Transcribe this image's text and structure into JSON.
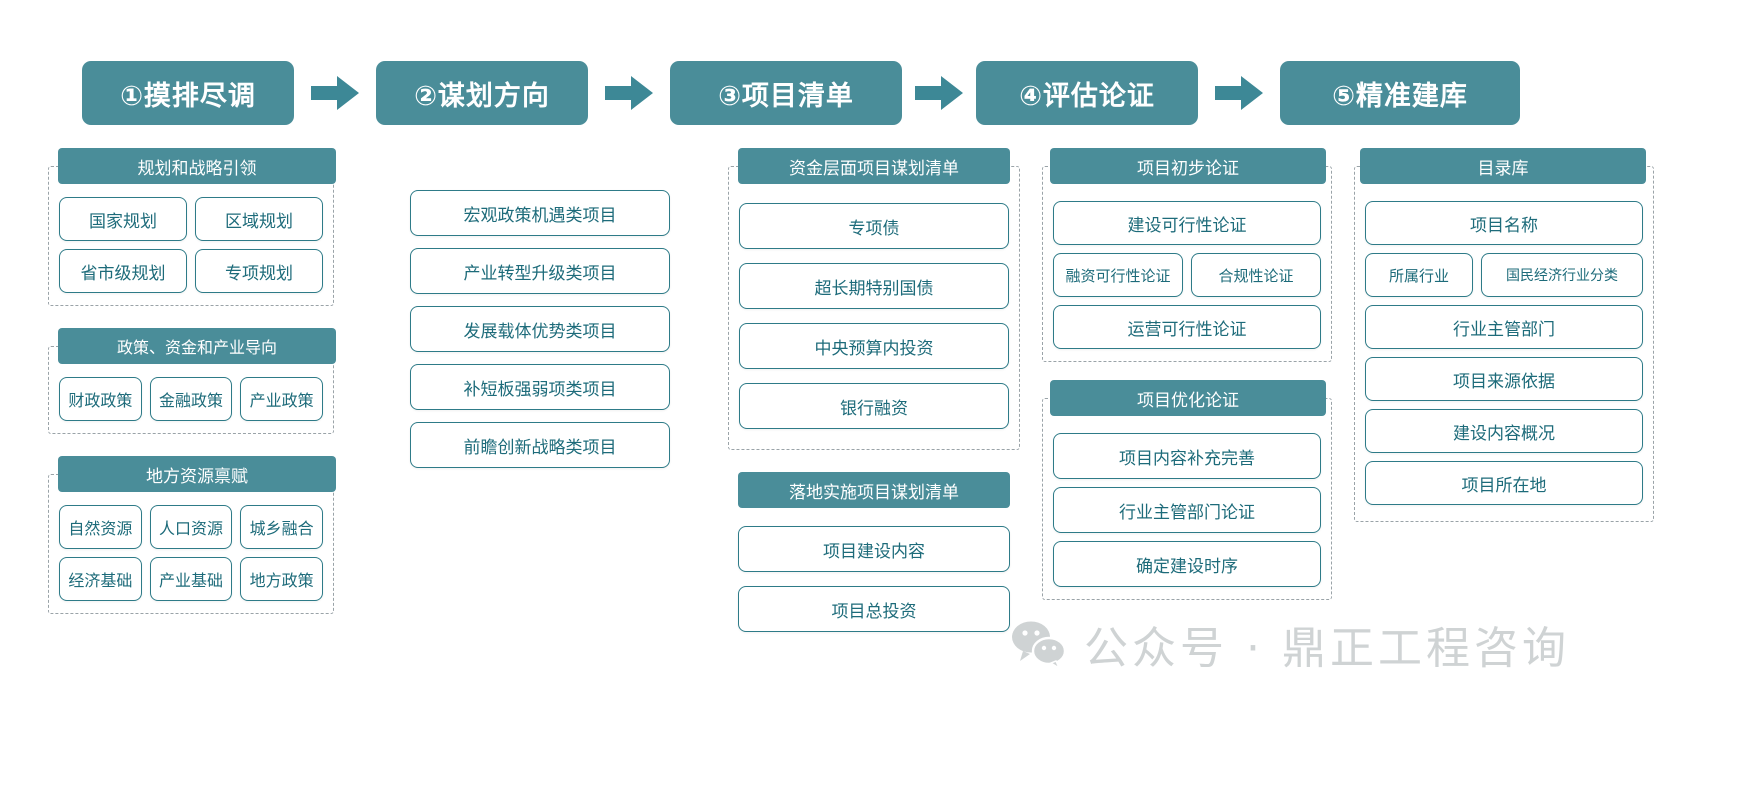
{
  "meta": {
    "accent": "#4a8d99",
    "chip_border": "#2e7b88",
    "chip_text": "#1d6b7a",
    "dashed_border": "#9aa3a8",
    "watermark_color": "#cfd3d4"
  },
  "stages": [
    {
      "id": "stage-1",
      "title": "①摸排尽调"
    },
    {
      "id": "stage-2",
      "title": "②谋划方向"
    },
    {
      "id": "stage-3",
      "title": "③项目清单"
    },
    {
      "id": "stage-4",
      "title": "④评估论证"
    },
    {
      "id": "stage-5",
      "title": "⑤精准建库"
    }
  ],
  "arrows": [
    {
      "name": "arrow-1-to-2"
    },
    {
      "name": "arrow-2-to-3"
    },
    {
      "name": "arrow-3-to-4"
    },
    {
      "name": "arrow-4-to-5"
    }
  ],
  "columns": {
    "col1": {
      "groups": [
        {
          "title": "规划和战略引领",
          "rows": [
            [
              "国家规划",
              "区域规划"
            ],
            [
              "省市级规划",
              "专项规划"
            ]
          ]
        },
        {
          "title": "政策、资金和产业导向",
          "rows": [
            [
              "财政政策",
              "金融政策",
              "产业政策"
            ]
          ]
        },
        {
          "title": "地方资源禀赋",
          "rows": [
            [
              "自然资源",
              "人口资源",
              "城乡融合"
            ],
            [
              "经济基础",
              "产业基础",
              "地方政策"
            ]
          ]
        }
      ]
    },
    "col2": {
      "items": [
        "宏观政策机遇类项目",
        "产业转型升级类项目",
        "发展载体优势类项目",
        "补短板强弱项类项目",
        "前瞻创新战略类项目"
      ]
    },
    "col3": {
      "groups": [
        {
          "title": "资金层面项目谋划清单",
          "dashed": true,
          "items": [
            "专项债",
            "超长期特别国债",
            "中央预算内投资",
            "银行融资"
          ]
        },
        {
          "title": "落地实施项目谋划清单",
          "dashed": false,
          "items": [
            "项目建设内容",
            "项目总投资"
          ]
        }
      ]
    },
    "col4": {
      "groups": [
        {
          "title": "项目初步论证",
          "rows": [
            [
              "建设可行性论证"
            ],
            [
              "融资可行性论证",
              "合规性论证"
            ],
            [
              "运营可行性论证"
            ]
          ]
        },
        {
          "title": "项目优化论证",
          "rows": [
            [
              "项目内容补充完善"
            ],
            [
              "行业主管部门论证"
            ],
            [
              "确定建设时序"
            ]
          ]
        }
      ]
    },
    "col5": {
      "groups": [
        {
          "title": "目录库",
          "rows": [
            [
              "项目名称"
            ],
            [
              "所属行业",
              "国民经济行业分类"
            ],
            [
              "行业主管部门"
            ],
            [
              "项目来源依据"
            ],
            [
              "建设内容概况"
            ],
            [
              "项目所在地"
            ]
          ]
        }
      ]
    }
  },
  "watermark": {
    "icon": "wechat-icon",
    "text": "公众号 · 鼎正工程咨询"
  }
}
